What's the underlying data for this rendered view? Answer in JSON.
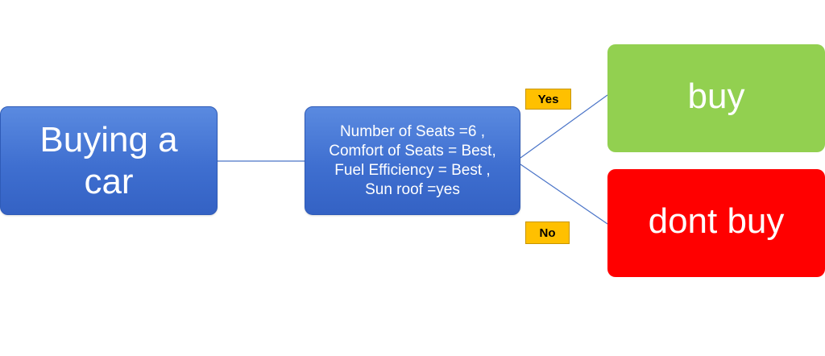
{
  "diagram": {
    "root": {
      "text": "Buying a car"
    },
    "condition": {
      "lines": [
        "Number of Seats =6 ,",
        "Comfort of Seats = Best,",
        "Fuel Efficiency = Best ,",
        "Sun roof =yes"
      ]
    },
    "outcomes": {
      "buy": "buy",
      "dont_buy": "dont buy"
    },
    "edge_labels": {
      "yes": "Yes",
      "no": "No"
    },
    "colors": {
      "decision_node": "#4472c4",
      "buy_node": "#92d050",
      "dont_buy_node": "#ff0000",
      "edge_label": "#ffc000",
      "connector": "#4a74c8"
    }
  }
}
